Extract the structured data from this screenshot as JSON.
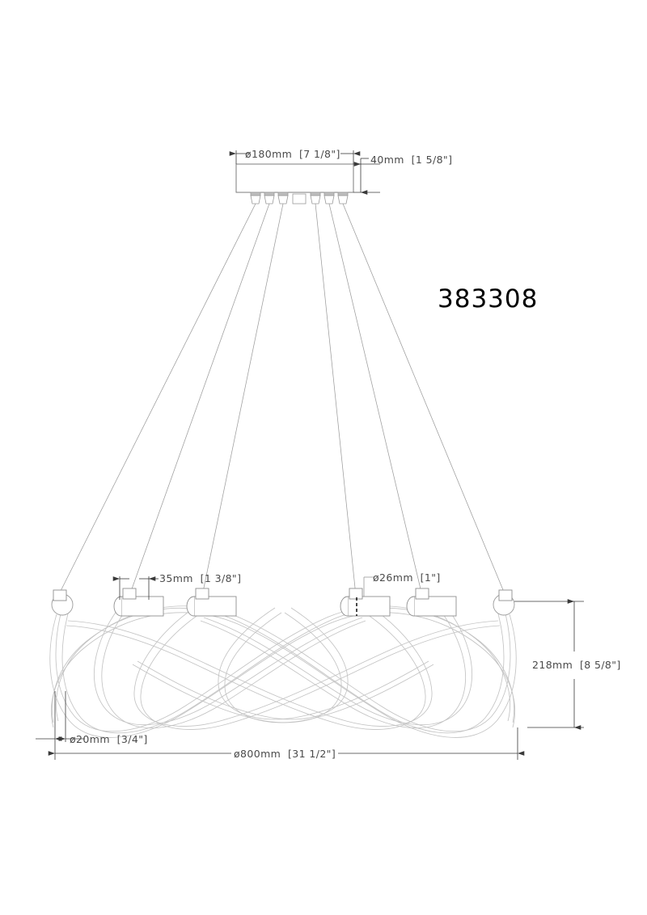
{
  "drawing": {
    "title": "Pendant chandelier technical drawing",
    "part_number": "383308",
    "background_color": "#ffffff",
    "line_color": "#3a3a3a",
    "faint_line_color": "#c9c9c9",
    "ribbon_line_color": "#b8b8b8"
  },
  "dimensions": {
    "canopy_diameter": "ø180mm  [7 1/8\"]",
    "canopy_height": "40mm  [1 5/8\"]",
    "mount_spacing": "35mm  [1 3/8\"]",
    "sleeve_diameter": "ø26mm  [1\"]",
    "tube_diameter": "ø20mm  [3/4\"]",
    "ring_height": "218mm  [8 5/8\"]",
    "ring_diameter": "ø800mm  [31 1/2\"]"
  },
  "components": {
    "canopy_label": "ceiling-canopy",
    "cable_count": 6,
    "junction_box_label": "junction-box",
    "sleeve_count": 4,
    "end_cap_count": 2
  }
}
